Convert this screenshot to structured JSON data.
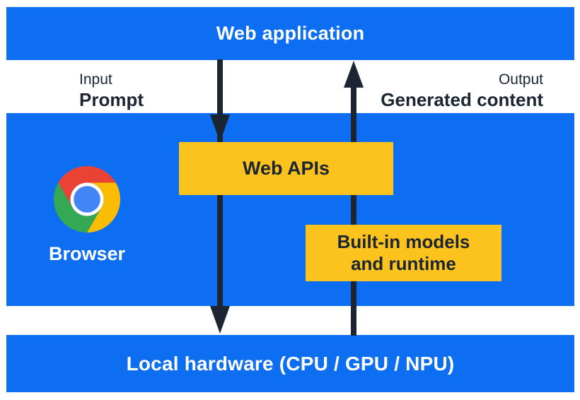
{
  "colors": {
    "page-bg": "#ffffff",
    "panel-blue": "#0d6ef2",
    "box-yellow": "#fcc21d",
    "ink-navy": "#1c2633",
    "text-white": "#ffffff",
    "chrome-red": "#ea4335",
    "chrome-yellow": "#fbbc04",
    "chrome-green": "#34a853",
    "chrome-blue": "#4285f4"
  },
  "layers": {
    "web_application": "Web application",
    "local_hardware": "Local hardware (CPU / GPU / NPU)"
  },
  "flow": {
    "input_caption": "Input",
    "input_value": "Prompt",
    "output_caption": "Output",
    "output_value": "Generated content"
  },
  "browser_panel": {
    "browser_label": "Browser",
    "web_apis_label": "Web APIs",
    "builtin_line1": "Built-in models",
    "builtin_line2": "and runtime"
  },
  "icons": {
    "chrome": "chrome-browser-logo"
  }
}
